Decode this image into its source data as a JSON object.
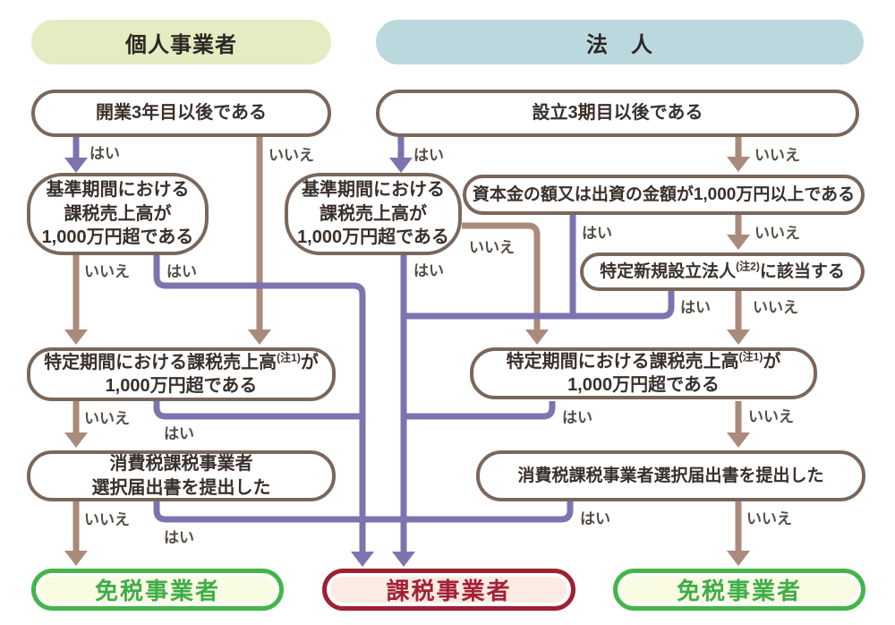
{
  "labels": {
    "yes": "はい",
    "no": "いいえ"
  },
  "headers": {
    "individual": "個人事業者",
    "corporation": "法　人"
  },
  "questions": {
    "opening": "開業3年目以後である",
    "establishment": "設立3期目以後である",
    "base_period_individual": [
      "基準期間における",
      "課税売上高が",
      "1,000万円超である"
    ],
    "base_period_corporate": [
      "基準期間における",
      "課税売上高が",
      "1,000万円超である"
    ],
    "capital": "資本金の額又は出資の金額が1,000万円以上である",
    "new_corporation": {
      "pre": "特定新規設立法人",
      "sup": "(注2)",
      "post": "に該当する"
    },
    "specified_period_individual": {
      "pre": "特定期間における課税売上高",
      "sup": "(注1)",
      "post": "が",
      "line2": "1,000万円超である"
    },
    "specified_period_corporate": {
      "pre": "特定期間における課税売上高",
      "sup": "(注1)",
      "post": "が",
      "line2": "1,000万円超である"
    },
    "filed_individual": [
      "消費税課税事業者",
      "選択届出書を提出した"
    ],
    "filed_corporate": "消費税課税事業者選択届出書を提出した"
  },
  "results": {
    "exempt": "免税事業者",
    "taxable": "課税事業者"
  },
  "colors": {
    "header_individual_bg": "#e3ecc3",
    "header_corporate_bg": "#bad8de",
    "box_border": "#7a675c",
    "yes_line": "#7c74af",
    "no_line": "#aa8a7b",
    "exempt_border": "#44b54a",
    "exempt_bg": "#fafbe3",
    "exempt_text": "#3fae49",
    "taxable_border": "#9e2033",
    "taxable_bg": "#fcebe3",
    "taxable_text": "#a32136",
    "label_text": "#564e46"
  }
}
